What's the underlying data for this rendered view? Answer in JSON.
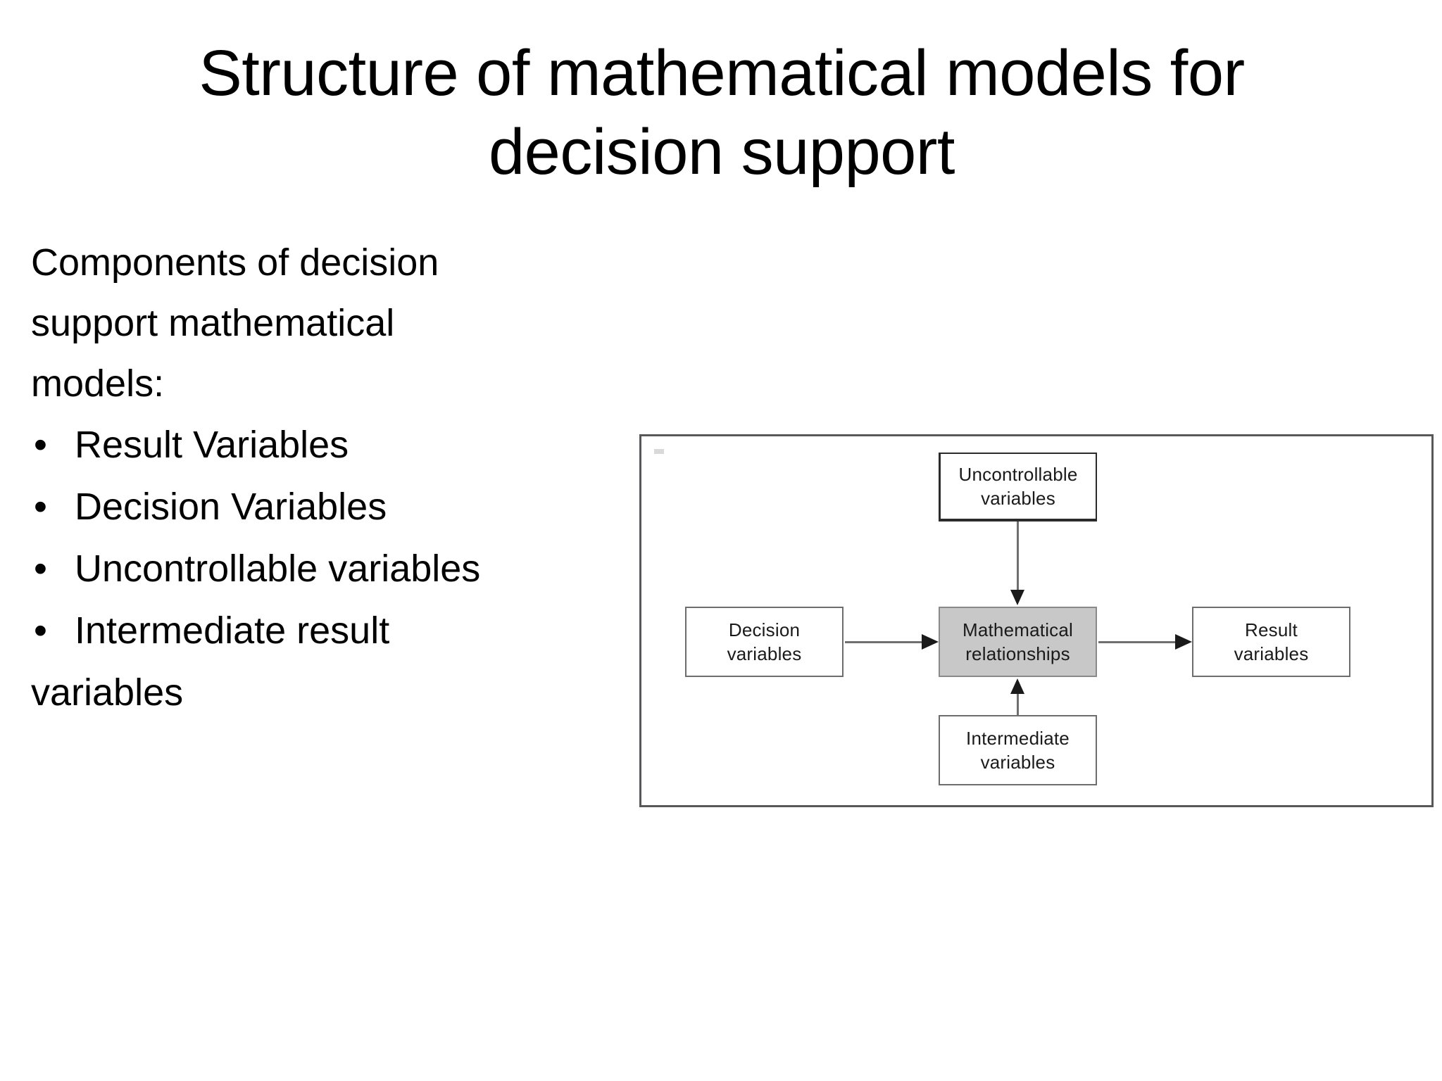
{
  "slide": {
    "title": "Structure of mathematical models for decision support",
    "background_color": "#ffffff",
    "text_color": "#000000"
  },
  "body": {
    "intro_lines": [
      "Components of decision",
      "support mathematical",
      "models:"
    ],
    "bullet_marker": "•",
    "bullets": [
      "Result Variables",
      "Decision Variables",
      "Uncontrollable variables",
      "Intermediate result"
    ],
    "tail_line": "variables"
  },
  "diagram": {
    "frame_border_color": "#58585a",
    "accent_fill": "#c8c8c8",
    "nodes": {
      "uncontrollable": {
        "line1": "Uncontrollable",
        "line2": "variables"
      },
      "decision": {
        "line1": "Decision",
        "line2": "variables"
      },
      "math": {
        "line1": "Mathematical",
        "line2": "relationships"
      },
      "result": {
        "line1": "Result",
        "line2": "variables"
      },
      "intermediate": {
        "line1": "Intermediate",
        "line2": "variables"
      }
    },
    "connections": [
      {
        "from": "uncontrollable",
        "to": "math",
        "direction": "down"
      },
      {
        "from": "decision",
        "to": "math",
        "direction": "right"
      },
      {
        "from": "math",
        "to": "result",
        "direction": "right"
      },
      {
        "from": "intermediate",
        "to": "math",
        "direction": "up"
      }
    ]
  }
}
